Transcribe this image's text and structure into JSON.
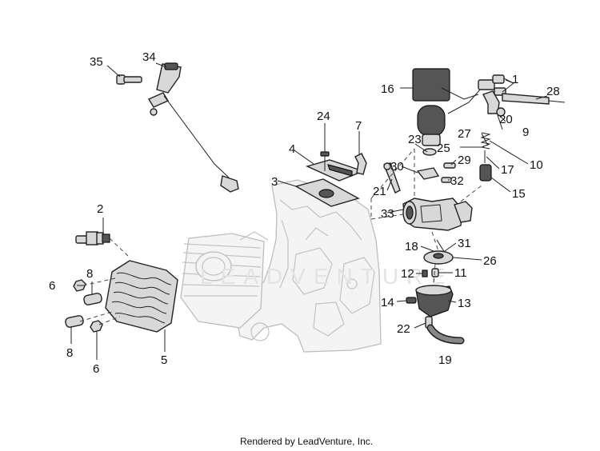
{
  "diagram": {
    "callouts": [
      {
        "id": "c1",
        "text": "1"
      },
      {
        "id": "c2",
        "text": "2"
      },
      {
        "id": "c3",
        "text": "3"
      },
      {
        "id": "c4",
        "text": "4"
      },
      {
        "id": "c5",
        "text": "5"
      },
      {
        "id": "c6a",
        "text": "6"
      },
      {
        "id": "c6b",
        "text": "6"
      },
      {
        "id": "c7",
        "text": "7"
      },
      {
        "id": "c8a",
        "text": "8"
      },
      {
        "id": "c8b",
        "text": "8"
      },
      {
        "id": "c9",
        "text": "9"
      },
      {
        "id": "c10",
        "text": "10"
      },
      {
        "id": "c11",
        "text": "11"
      },
      {
        "id": "c12",
        "text": "12"
      },
      {
        "id": "c13",
        "text": "13"
      },
      {
        "id": "c14",
        "text": "14"
      },
      {
        "id": "c15",
        "text": "15"
      },
      {
        "id": "c16",
        "text": "16"
      },
      {
        "id": "c17",
        "text": "17"
      },
      {
        "id": "c18",
        "text": "18"
      },
      {
        "id": "c19",
        "text": "19"
      },
      {
        "id": "c20",
        "text": "20"
      },
      {
        "id": "c21",
        "text": "21"
      },
      {
        "id": "c22",
        "text": "22"
      },
      {
        "id": "c23",
        "text": "23"
      },
      {
        "id": "c24",
        "text": "24"
      },
      {
        "id": "c25",
        "text": "25"
      },
      {
        "id": "c26",
        "text": "26"
      },
      {
        "id": "c27",
        "text": "27"
      },
      {
        "id": "c28",
        "text": "28"
      },
      {
        "id": "c29",
        "text": "29"
      },
      {
        "id": "c30",
        "text": "30"
      },
      {
        "id": "c31",
        "text": "31"
      },
      {
        "id": "c32",
        "text": "32"
      },
      {
        "id": "c33",
        "text": "33"
      },
      {
        "id": "c34",
        "text": "34"
      },
      {
        "id": "c35",
        "text": "35"
      }
    ],
    "watermark": "LEADVENTURE",
    "footer": "Rendered by LeadVenture, Inc."
  }
}
